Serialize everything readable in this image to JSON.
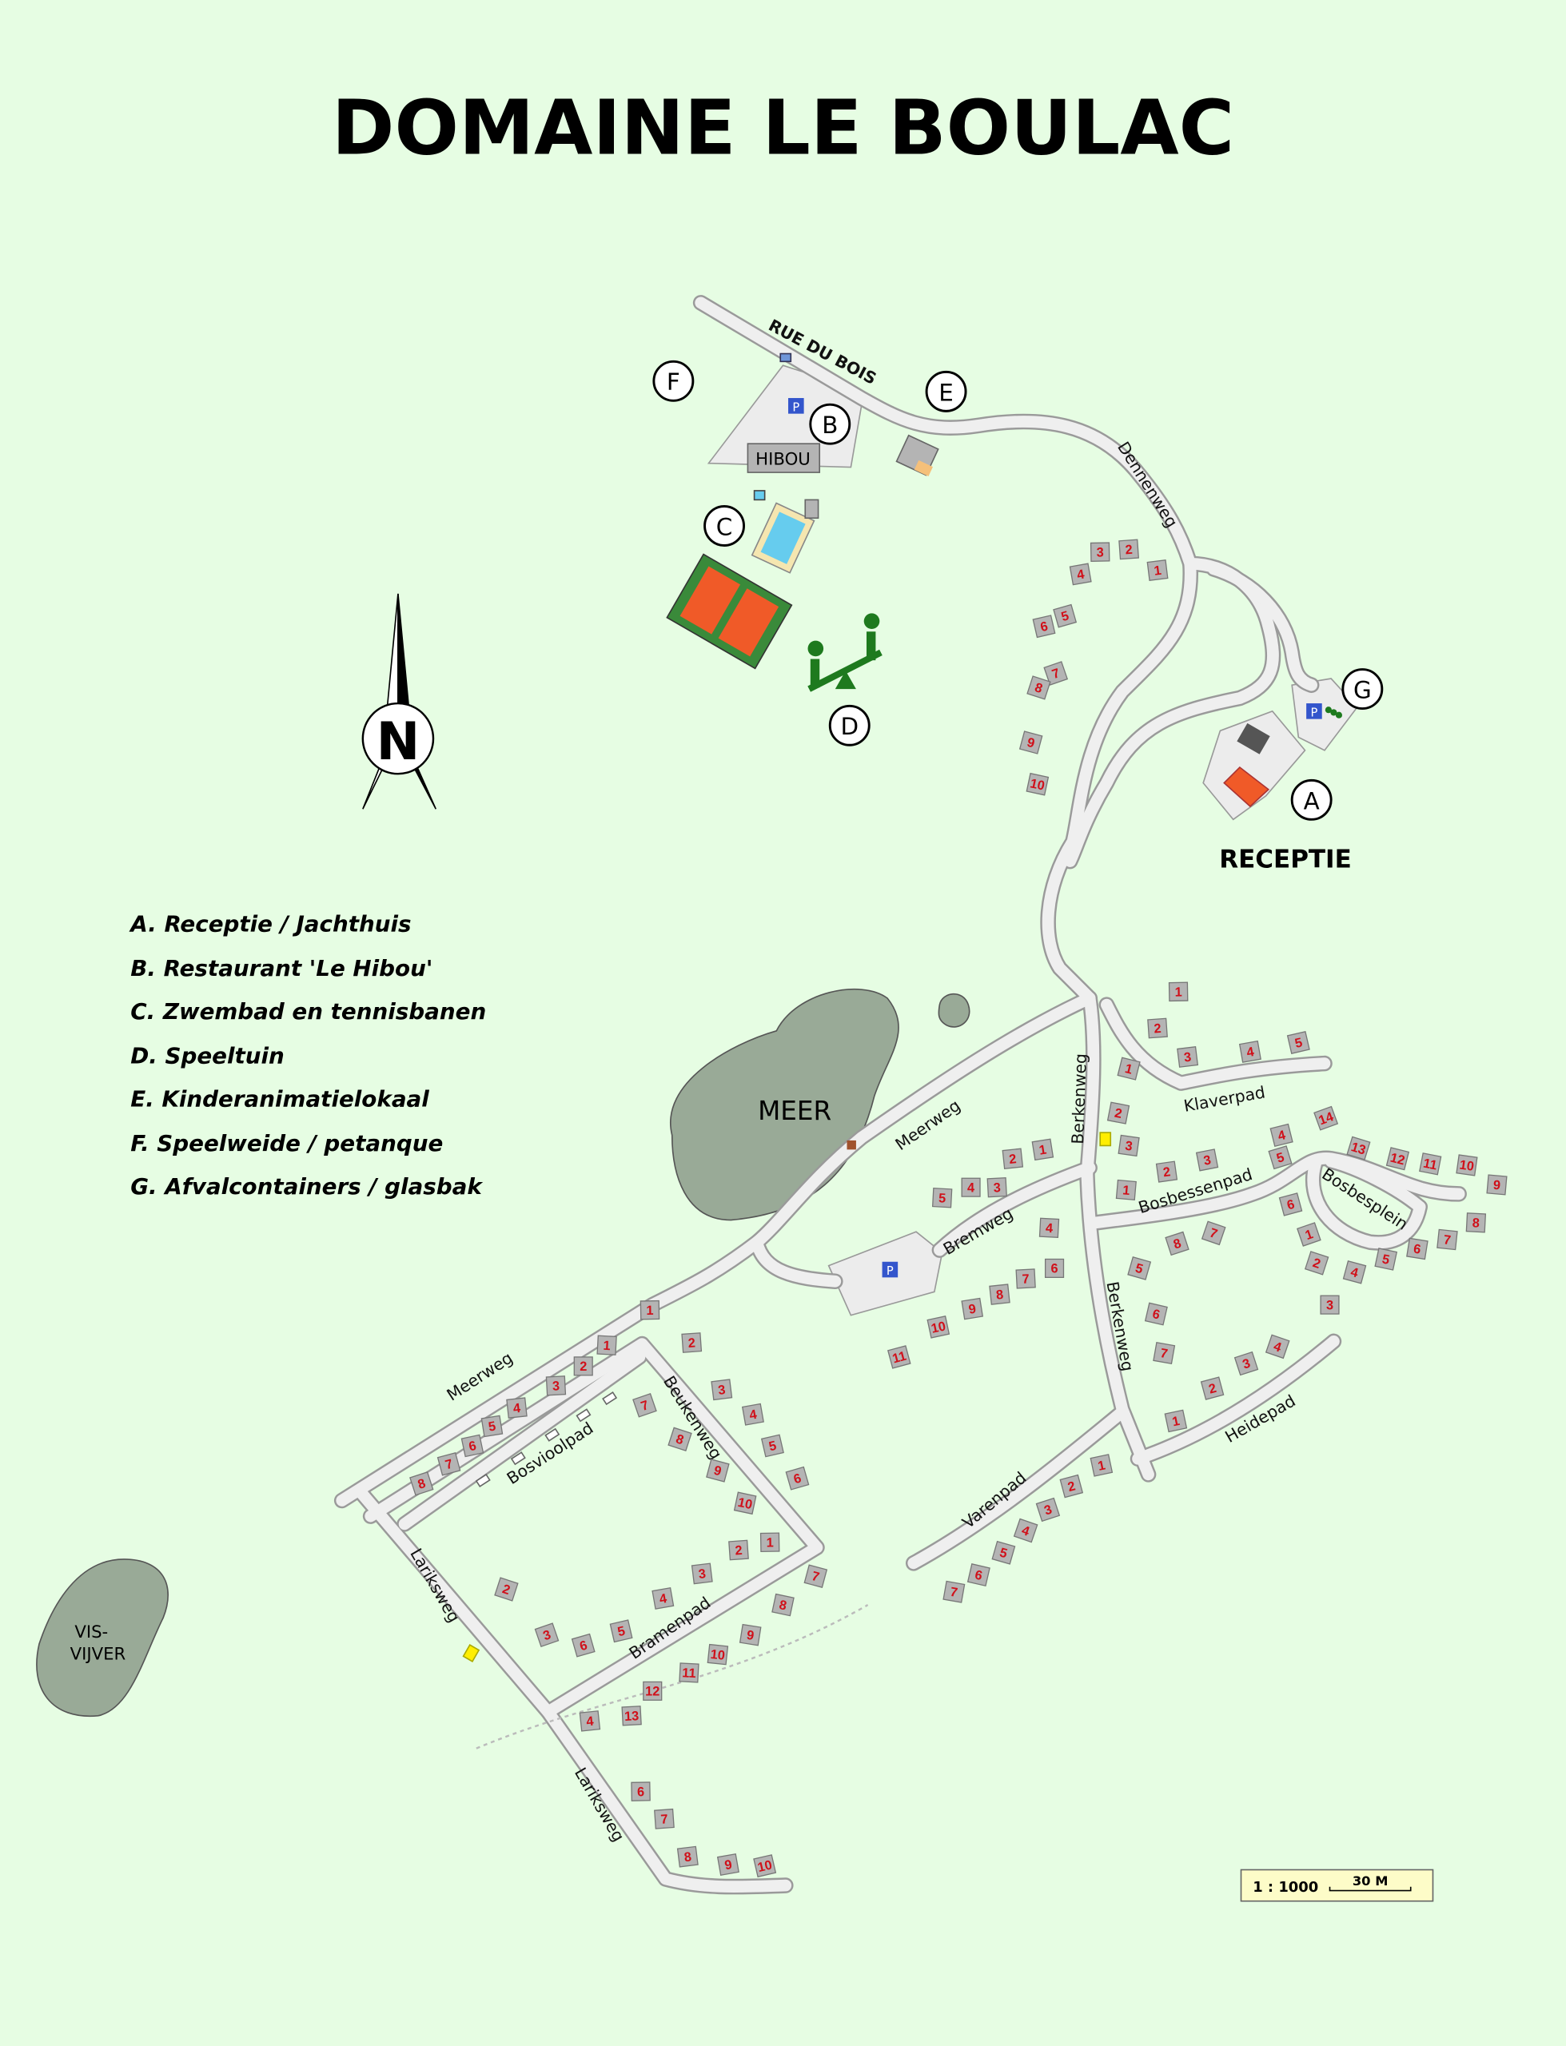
{
  "title": "DOMAINE LE BOULAC",
  "colors": {
    "background": "#e6fde3",
    "lake": "#99aa97",
    "lot": "#b4b4b4",
    "lot_number": "#d0101a",
    "court": "#f05a28",
    "court_field": "#3a8a3a",
    "playground": "#1e7a1e",
    "parking_sign": "#3355cc"
  },
  "streets": {
    "rue_du_bois": "RUE DU BOIS",
    "dennenweg": "Dennenweg",
    "meerweg_1": "Meerweg",
    "meerweg_2": "Meerweg",
    "berkenweg_1": "Berkenweg",
    "berkenweg_2": "Berkenweg",
    "klaverpad": "Klaverpad",
    "bosbessenpad": "Bosbessenpad",
    "bosbesplein": "Bosbesplein",
    "bremweg": "Bremweg",
    "heidepad": "Heidepad",
    "varenpad": "Varenpad",
    "beukenweg": "Beukenweg",
    "bosvioolpad": "Bosvioolpad",
    "bramenpad": "Bramenpad",
    "lariksweg_1": "Lariksweg",
    "lariksweg_2": "Lariksweg"
  },
  "places": {
    "meer": "MEER",
    "visvijver_1": "VIS-",
    "visvijver_2": "VIJVER",
    "hibou": "HIBOU",
    "receptie": "RECEPTIE",
    "parking": "P"
  },
  "markers": [
    "A",
    "B",
    "C",
    "D",
    "E",
    "F",
    "G"
  ],
  "compass": "N",
  "legend": [
    "A. Receptie / Jachthuis",
    "B. Restaurant 'Le Hibou'",
    "C. Zwembad en tennisbanen",
    "D. Speeltuin",
    "E. Kinderanimatielokaal",
    "F. Speelweide / petanque",
    "G. Afvalcontainers / glasbak"
  ],
  "scale": {
    "ratio": "1 : 1000",
    "bar_label": "30 M"
  },
  "lots": {
    "dennenweg": [
      "3",
      "2",
      "1",
      "4",
      "6",
      "5",
      "7",
      "8",
      "9",
      "10"
    ],
    "klaverpad": [
      "1",
      "2",
      "3",
      "4",
      "5"
    ],
    "berkenweg_east": [
      "1",
      "2",
      "3",
      "1"
    ],
    "bosbessenpad": [
      "2",
      "3",
      "4",
      "5",
      "14",
      "13",
      "12",
      "11",
      "10",
      "9"
    ],
    "bosbessen_south": [
      "6",
      "8",
      "7",
      "5",
      "6",
      "7"
    ],
    "bosbesplein": [
      "1",
      "2",
      "4",
      "5",
      "6",
      "7",
      "8",
      "3"
    ],
    "heidepad": [
      "1",
      "2",
      "3",
      "4"
    ],
    "varenpad": [
      "1",
      "2",
      "3",
      "4",
      "5",
      "6",
      "7"
    ],
    "bremweg_north": [
      "5",
      "4",
      "3",
      "2",
      "1"
    ],
    "bremweg_south": [
      "4",
      "6",
      "7",
      "8",
      "9",
      "10",
      "11"
    ],
    "meerweg_lower": [
      "1",
      "2",
      "3",
      "4",
      "5",
      "6",
      "7",
      "8"
    ],
    "beukenweg": [
      "1",
      "2",
      "3",
      "4",
      "5",
      "6",
      "7",
      "8",
      "9",
      "10"
    ],
    "bramenpad": [
      "1",
      "2",
      "3",
      "4",
      "5",
      "6",
      "3",
      "2",
      "7",
      "8",
      "9",
      "10",
      "11",
      "12",
      "13",
      "4"
    ],
    "lariksweg": [
      "6",
      "7",
      "8",
      "9",
      "10"
    ]
  }
}
